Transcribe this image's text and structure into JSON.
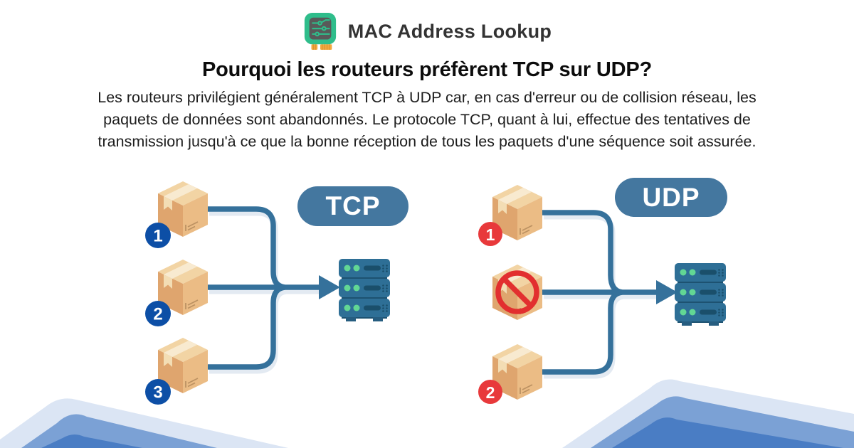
{
  "brand": {
    "name": "MAC Address Lookup",
    "icon": "chip-icon"
  },
  "article": {
    "title": "Pourquoi les routeurs préfèrent TCP sur UDP?",
    "description": "Les routeurs privilégient généralement TCP à UDP car, en cas d'erreur ou de collision réseau, les paquets de données sont abandonnés. Le protocole TCP, quant à lui, effectue des tentatives de transmission jusqu'à ce que la bonne réception de tous les paquets d'une séquence soit assurée."
  },
  "diagrams": {
    "tcp": {
      "label": "TCP",
      "destination": "server-icon",
      "packets": [
        {
          "badge": "1",
          "icon": "package-icon"
        },
        {
          "badge": "2",
          "icon": "package-icon"
        },
        {
          "badge": "3",
          "icon": "package-icon"
        }
      ]
    },
    "udp": {
      "label": "UDP",
      "destination": "server-icon",
      "packets": [
        {
          "badge": "1",
          "icon": "package-icon"
        },
        {
          "badge": "",
          "icon": "prohibition-icon",
          "dropped": true
        },
        {
          "badge": "2",
          "icon": "package-icon"
        }
      ]
    }
  },
  "colors": {
    "pill_blue": "#44779F",
    "line_blue": "#35719B",
    "badge_blue": "#0D4FA6",
    "badge_red": "#E8393B",
    "prohibition_red": "#E22F2F",
    "server_blue": "#2E6F96",
    "led_green": "#62D794",
    "box_tan": "#EBBC85",
    "logo_green": "#2FBD8B",
    "logo_pin_orange": "#F2A93F",
    "wave_light": "#DBE5F4",
    "wave_medium": "#7BA1D5",
    "wave_dark": "#4A7DC4"
  }
}
